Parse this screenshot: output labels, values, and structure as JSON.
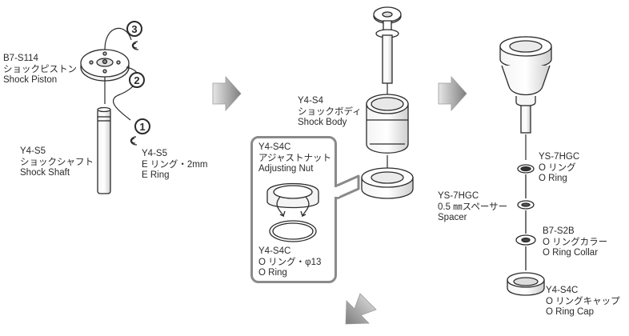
{
  "parts": {
    "shock_piston": {
      "code": "B7-S114",
      "name_ja": "ショックピストン",
      "name_en": "Shock Piston"
    },
    "shock_shaft": {
      "code": "Y4-S5",
      "name_ja": "ショックシャフト",
      "name_en": "Shock Shaft"
    },
    "e_ring": {
      "code": "Y4-S5",
      "name_ja": "E リング・2mm",
      "name_en": "E Ring"
    },
    "shock_body": {
      "code": "Y4-S4",
      "name_ja": "ショックボディ",
      "name_en": "Shock Body"
    },
    "adjusting_nut": {
      "code": "Y4-S4C",
      "name_ja": "アジャストナット",
      "name_en": "Adjusting Nut"
    },
    "o_ring_13": {
      "code": "Y4-S4C",
      "name_ja": "O リング・φ13",
      "name_en": "O Ring"
    },
    "o_ring": {
      "code": "YS-7HGC",
      "name_ja": "O リング",
      "name_en": "O Ring"
    },
    "spacer": {
      "code": "YS-7HGC",
      "name_ja": "0.5 ㎜スペーサー",
      "name_en": "Spacer"
    },
    "o_ring_collar": {
      "code": "B7-S2B",
      "name_ja": "O リングカラー",
      "name_en": "O Ring Collar"
    },
    "o_ring_cap": {
      "code": "Y4-S4C",
      "name_ja": "O リングキャップ",
      "name_en": "O Ring Cap"
    }
  },
  "steps": {
    "one": "1",
    "two": "2",
    "three": "3"
  },
  "colors": {
    "arrow": "#8c8c8c",
    "outline": "#2b2b2b",
    "callout_border": "#8a8a8a"
  },
  "icons": [
    "arrow-right-icon",
    "arrow-right-icon",
    "arrow-down-left-icon"
  ]
}
